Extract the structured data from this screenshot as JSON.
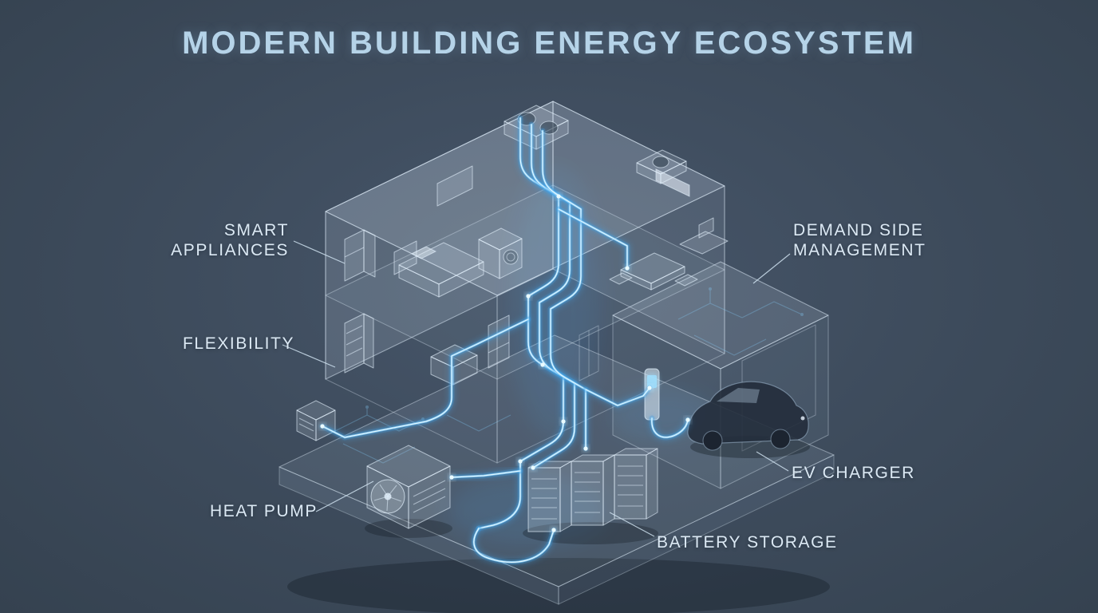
{
  "title": "MODERN BUILDING ENERGY ECOSYSTEM",
  "labels": {
    "smart_appliances_line1": "SMART",
    "smart_appliances_line2": "APPLIANCES",
    "flexibility": "FLEXIBILITY",
    "heat_pump": "HEAT PUMP",
    "demand_side_line1": "DEMAND SIDE",
    "demand_side_line2": "MANAGEMENT",
    "ev_charger": "EV CHARGER",
    "battery_storage": "BATTERY STORAGE"
  },
  "colors": {
    "background": "#3e4c5c",
    "title_text": "#b5d3e8",
    "label_text": "#dce9f4",
    "energy_glow": "#6fd0ff",
    "structure_line": "#e6f2fc"
  },
  "illustration": {
    "description": "Isometric translucent cutaway building with glowing blue energy flow lines",
    "elements": [
      "rooftop hvac units",
      "smart refrigerator",
      "bedroom",
      "washing machine",
      "kitchen",
      "heat pump with fan",
      "three battery storage cabinets",
      "ev charger with cable and car in garage",
      "circuit traces on slab and garage roof"
    ]
  }
}
